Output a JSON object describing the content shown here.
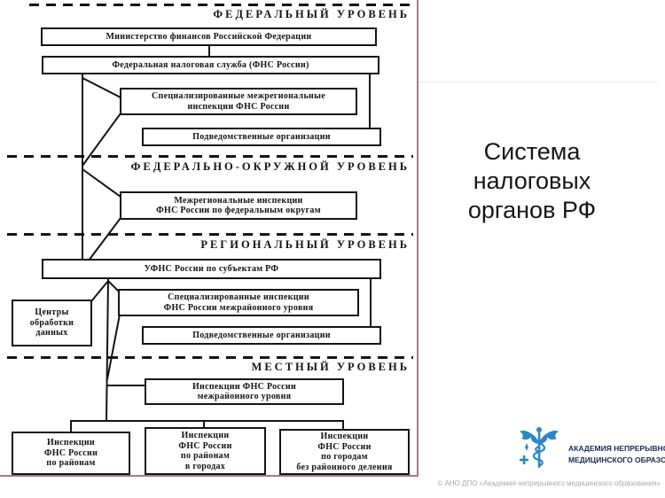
{
  "slide": {
    "title": "Система\nналоговых\nорганов РФ",
    "footer": "© АНО ДПО «Академия непрерывного медицинского образования»",
    "logo": {
      "line1": "АКАДЕМИЯ НЕПРЕРЫВНОГО",
      "line2": "МЕДИЦИНСКОГО ОБРАЗОВАНИЯ"
    }
  },
  "diagram": {
    "levels": [
      {
        "label": "ФЕДЕРАЛЬНЫЙ УРОВЕНЬ"
      },
      {
        "label": "ФЕДЕРАЛЬНО-ОКРУЖНОЙ УРОВЕНЬ"
      },
      {
        "label": "РЕГИОНАЛЬНЫЙ УРОВЕНЬ"
      },
      {
        "label": "МЕСТНЫЙ УРОВЕНЬ"
      }
    ],
    "boxes": [
      {
        "id": "minfin",
        "text": "Министерство финансов Российской Федерации"
      },
      {
        "id": "fns",
        "text": "Федеральная налоговая служба (ФНС России)"
      },
      {
        "id": "spec-interregional-inspections",
        "text": "Специализированные межрегиональные\nинспекции ФНС России"
      },
      {
        "id": "subordinate-orgs-federal",
        "text": "Подведомственные организации"
      },
      {
        "id": "interregional-district-inspections",
        "text": "Межрегиональные инспекции\nФНС России по федеральным округам"
      },
      {
        "id": "ufns",
        "text": "УФНС России по субъектам РФ"
      },
      {
        "id": "data-processing-centers",
        "text": "Центры\nобработки\nданных"
      },
      {
        "id": "spec-interdistrict-inspections",
        "text": "Специализированные инспекции\nФНС России межрайонного уровня"
      },
      {
        "id": "subordinate-orgs-regional",
        "text": "Подведомственные организации"
      },
      {
        "id": "interdistrict-inspections",
        "text": "Инспекции ФНС России\nмежрайонного уровня"
      },
      {
        "id": "district-inspections",
        "text": "Инспекции\nФНС России\nпо районам"
      },
      {
        "id": "city-district-inspections",
        "text": "Инспекции\nФНС России\nпо районам\nв городах"
      },
      {
        "id": "city-inspections",
        "text": "Инспекции\nФНС России\nпо городам\nбез районного деления"
      }
    ]
  },
  "colors": {
    "accent_bar_blue": "#1d6cc4",
    "panel_border_mauve": "#a4798c",
    "diagram_line": "#141414",
    "logo_blue": "#2d86c4",
    "logo_text_navy": "#1c2b52",
    "footer_gray": "#a8a8a8"
  }
}
